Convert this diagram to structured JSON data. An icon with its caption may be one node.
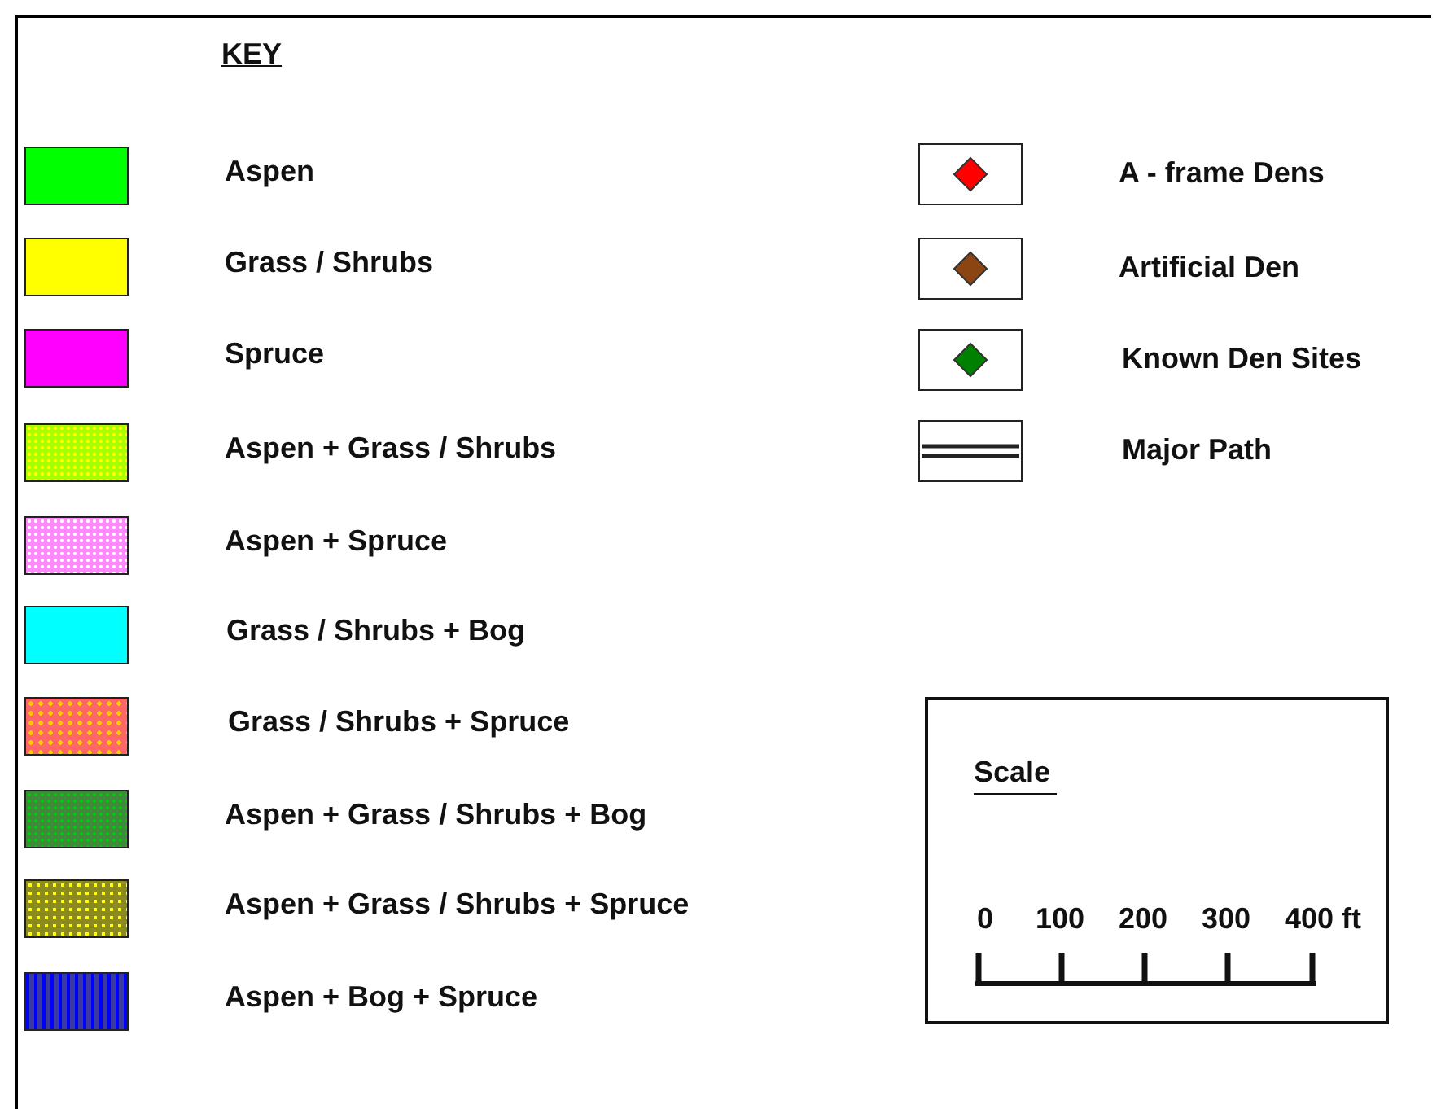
{
  "diagram": {
    "title": "KEY",
    "nodes": [
      {
        "text": [
          "Scale",
          "0",
          "100",
          "200",
          "300",
          "400 ft"
        ]
      }
    ],
    "legend": [
      {
        "text": "Aspen",
        "color": "#00ff00"
      },
      {
        "text": "Grass / Shrubs",
        "color": "#ffff00"
      },
      {
        "text": "Spruce",
        "color": "#ff00ff"
      },
      {
        "text": "Aspen + Grass / Shrubs",
        "color": "#aaff00"
      },
      {
        "text": "Aspen + Spruce",
        "color": "#ff88ff"
      },
      {
        "text": "Grass / Shrubs + Bog",
        "color": "#00ffff"
      },
      {
        "text": "Grass / Shrubs + Spruce",
        "color": "#ff6666"
      },
      {
        "text": "Aspen + Grass / Shrubs + Bog",
        "color": "#3d8a3d"
      },
      {
        "text": "Aspen + Grass / Shrubs + Spruce",
        "color": "#8a8a1e"
      },
      {
        "text": "Aspen + Bog + Spruce",
        "color": "#3a3aa0"
      },
      {
        "text": "A - frame Dens"
      },
      {
        "text": "Artificial Den"
      },
      {
        "text": "Known Den Sites"
      },
      {
        "text": "Major Path"
      }
    ]
  }
}
